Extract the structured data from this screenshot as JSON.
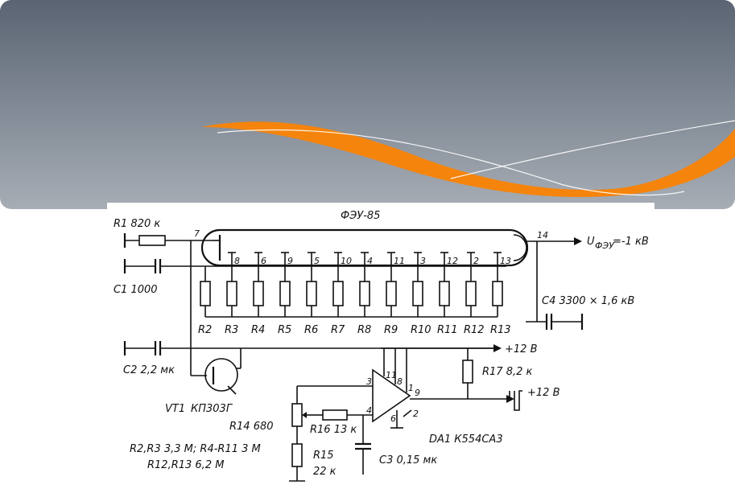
{
  "header": {
    "colors": {
      "band_top": "#5b6472",
      "band_bottom": "#a7adb5",
      "swoosh": "#f5840c",
      "swoosh_line": "#ffffff"
    }
  },
  "diagram": {
    "tube_label": "ФЭУ-85",
    "output_label_main": "U",
    "output_label_sub": "ФЭУ",
    "output_label_value": "=-1 кВ",
    "pin_anode": "14",
    "pin_cathode": "7",
    "dynode_pins": [
      "8",
      "6",
      "9",
      "5",
      "10",
      "4",
      "11",
      "3",
      "12",
      "2",
      "13"
    ],
    "top_resistors": [
      {
        "id": "r2",
        "label": "R2"
      },
      {
        "id": "r3",
        "label": "R3"
      },
      {
        "id": "r4",
        "label": "R4"
      },
      {
        "id": "r5",
        "label": "R5"
      },
      {
        "id": "r6",
        "label": "R6"
      },
      {
        "id": "r7",
        "label": "R7"
      },
      {
        "id": "r8",
        "label": "R8"
      },
      {
        "id": "r9",
        "label": "R9"
      },
      {
        "id": "r10",
        "label": "R10"
      },
      {
        "id": "r11",
        "label": "R11"
      },
      {
        "id": "r12",
        "label": "R12"
      },
      {
        "id": "r13",
        "label": "R13"
      }
    ],
    "r1_label": "R1  820 к",
    "c1_label": "C1  1000",
    "c4_label": "C4  3300 × 1,6 кВ",
    "c2_label": "C2  2,2 мк",
    "supply_label": "+12 В",
    "r17_label": "R17  8,2 к",
    "out_label": "+12 В",
    "vt1_label": "VT1",
    "vt1_type": "КП303Г",
    "r14_label": "R14  680",
    "r16_label": "R16  13 к",
    "r15_label": "R15",
    "r15_value": "22 к",
    "c3_label": "C3  0,15 мк",
    "da1_label": "DA1  К554СА3",
    "opamp_pins": [
      "3",
      "11",
      "8",
      "1",
      "9",
      "4",
      "6",
      "2"
    ],
    "note_line1": "R2,R3  3,3 М;  R4-R11  3 М",
    "note_line2": "R12,R13  6,2 М"
  }
}
